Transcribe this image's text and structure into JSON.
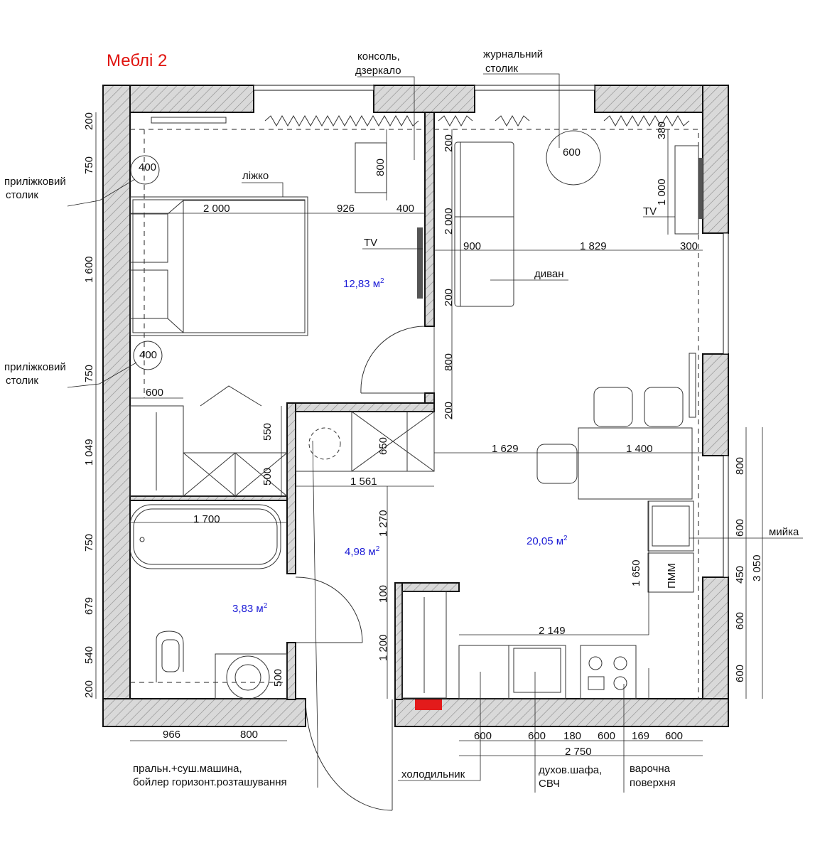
{
  "title": "Меблі 2",
  "colors": {
    "title": "#e0140f",
    "area_text": "#1b1bd6",
    "electrical_panel": "#e31b1b",
    "wall_hatch": "#d9d9d9"
  },
  "rooms": {
    "bedroom_area": "12,83 м",
    "hall_area": "4,98 м",
    "bathroom_area": "3,83 м",
    "kitchen_living_area": "20,05 м",
    "sup": "2"
  },
  "labels": {
    "console": [
      "консоль,",
      "дзеркало"
    ],
    "coffee_table": [
      "журнальний",
      "столик"
    ],
    "bedside_top": [
      "приліжковий",
      "столик"
    ],
    "bedside_bottom": [
      "приліжковий",
      "столик"
    ],
    "bed": "ліжко",
    "tv_left": "TV",
    "tv_right": "TV",
    "sofa": "диван",
    "sink": "мийка",
    "dishwasher": "ПММ",
    "washer": [
      "пральн.+суш.машина,",
      "бойлер горизонт.розташування"
    ],
    "fridge": "холодильник",
    "oven": [
      "духов.шафа,",
      "СВЧ"
    ],
    "hob": [
      "варочна",
      "поверхня"
    ]
  },
  "furniture_sizes": {
    "bedside_top": "400",
    "bedside_bottom": "400",
    "coffee_table": "600",
    "console_depth": "800"
  },
  "dimensions": {
    "left_side": [
      "200",
      "750",
      "1 600",
      "750",
      "1 049",
      "750",
      "679",
      "540",
      "200"
    ],
    "bedroom_row": [
      "2 000",
      "926",
      "400"
    ],
    "sofa_vertical": [
      "200",
      "2 000",
      "200",
      "800",
      "200"
    ],
    "living_row": [
      "900",
      "1 829",
      "300"
    ],
    "right_top": [
      "380",
      "1 000"
    ],
    "wardrobe": [
      "600",
      "550",
      "500"
    ],
    "hall": [
      "650",
      "1 561",
      "1 270",
      "100",
      "1 200",
      "500"
    ],
    "dining_row": [
      "1 629",
      "1 400"
    ],
    "bath": "1 700",
    "kitchen_run": "2 149",
    "kitchen_height": "1 650",
    "right_side": [
      "800",
      "600",
      "450",
      "600",
      "600"
    ],
    "right_total": "3 050",
    "bottom_left": [
      "966",
      "800"
    ],
    "bottom_right": [
      "600",
      "600",
      "180",
      "600",
      "169",
      "600"
    ],
    "bottom_total": "2 750"
  }
}
